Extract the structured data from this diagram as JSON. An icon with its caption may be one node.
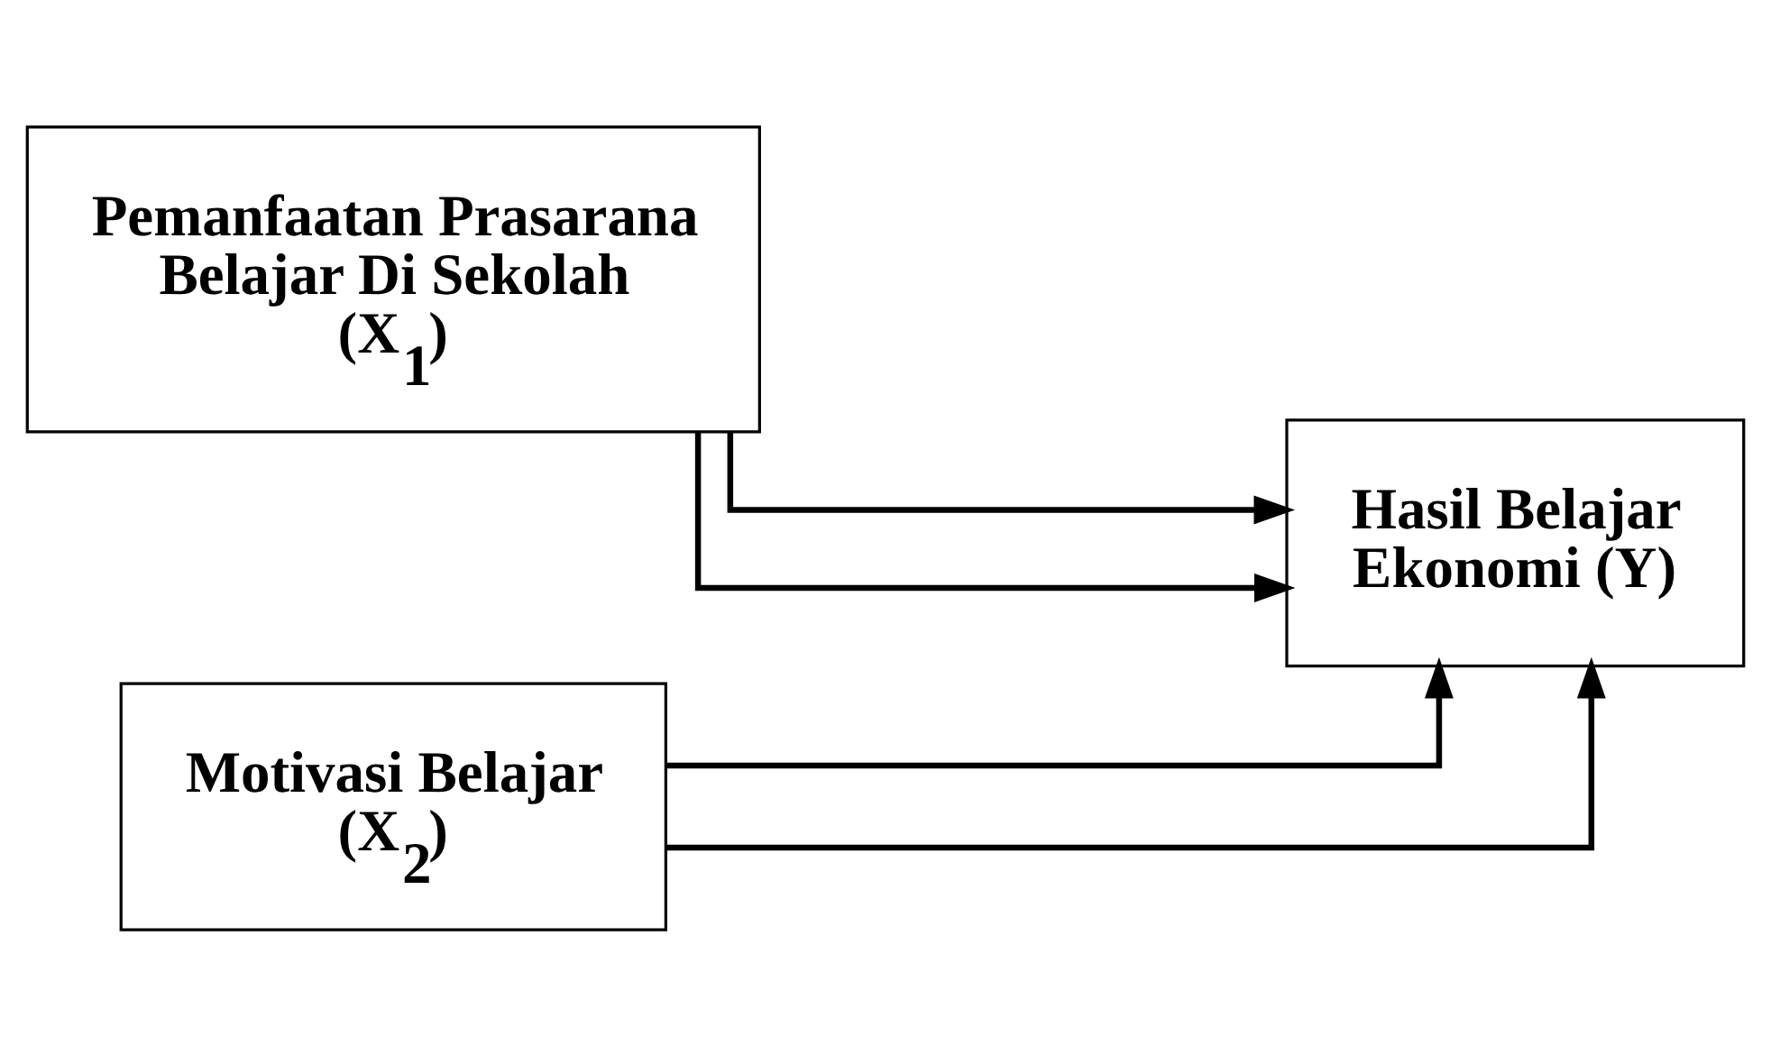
{
  "diagram": {
    "nodes": [
      {
        "text": [
          "Pemanfaatan Prasarana Belajar Di Sekolah",
          "(X$_{1}$)"
        ]
      },
      {
        "text": [
          "Motivasi Belajar",
          "(X$_{2}$)"
        ]
      },
      {
        "text": [
          "Hasil Belajar Ekonomi (Y)"
        ]
      }
    ],
    "edges": [
      {
        "from": 0,
        "to": 2,
        "arrow": "to"
      },
      {
        "from": 0,
        "to": 2,
        "arrow": "to"
      },
      {
        "from": 1,
        "to": 2,
        "arrow": "to"
      },
      {
        "from": 1,
        "to": 2,
        "arrow": "to"
      }
    ]
  }
}
